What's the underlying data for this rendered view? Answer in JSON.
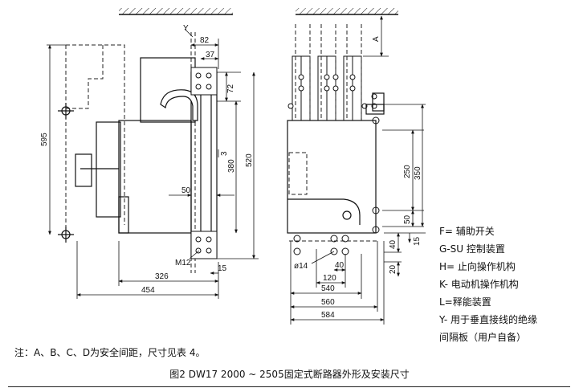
{
  "left_view": {
    "dims": {
      "y_label": "Y",
      "d82": "82",
      "d37": "37",
      "d72": "72",
      "d595": "595",
      "d3": "3",
      "d380": "380",
      "d520": "520",
      "d50": "50",
      "m12": "M12",
      "d15": "15",
      "d326": "326",
      "d454": "454"
    }
  },
  "right_view": {
    "dims": {
      "a_label": "A",
      "d250": "250",
      "d350": "350",
      "d50": "50",
      "d40v": "40",
      "d15": "15",
      "d20": "20",
      "d14": "ø14",
      "d40h": "40",
      "d120": "120",
      "d540": "540",
      "d560": "560",
      "d584": "584"
    }
  },
  "legend": [
    "F= 辅助开关",
    "G-SU 控制装置",
    "H= 止向操作机构",
    "K- 电动机操作机构",
    "L=释能装置",
    "Y- 用于垂直接线的绝缘",
    "间隔板（用户自备）"
  ],
  "note": "注：A、B、C、D为安全间距，尺寸见表 4。",
  "caption": "图2  DW17 2000 ~ 2505固定式断路器外形及安装尺寸"
}
